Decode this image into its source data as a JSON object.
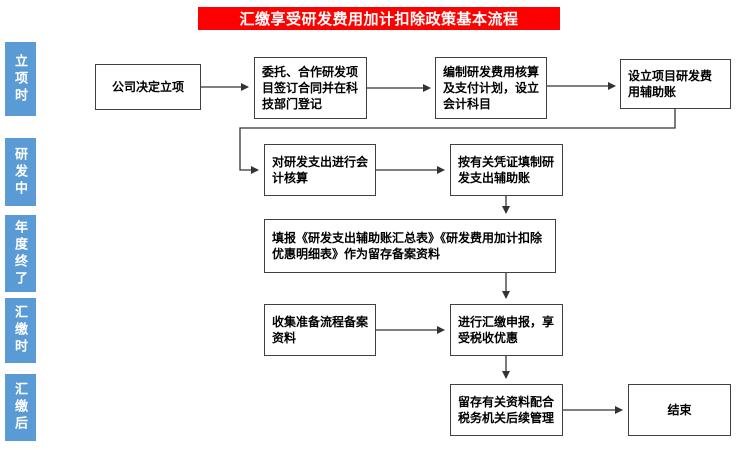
{
  "title": "汇缴享受研发费用加计扣除政策基本流程",
  "sidebar": {
    "items": [
      {
        "label": "立项时"
      },
      {
        "label": "研发中"
      },
      {
        "label": "年度终了"
      },
      {
        "label": "汇缴时"
      },
      {
        "label": "汇缴后"
      }
    ]
  },
  "flow": {
    "nodes": [
      {
        "id": "company-decision",
        "label": "公司决定立项"
      },
      {
        "id": "contract-registration",
        "label": "委托、合作研发项目签订合同并在科技部门登记"
      },
      {
        "id": "expense-plan",
        "label": "编制研发费用核算及支付计划，设立会计科目"
      },
      {
        "id": "auxiliary-ledger-setup",
        "label": "设立项目研发费用辅助账"
      },
      {
        "id": "rd-accounting",
        "label": "对研发支出进行会计核算"
      },
      {
        "id": "fill-auxiliary-ledger",
        "label": "按有关凭证填制研发支出辅助账"
      },
      {
        "id": "report-forms",
        "label": "填报《研发支出辅助账汇总表》《研发费用加计扣除优惠明细表》作为留存备案资料"
      },
      {
        "id": "collect-materials",
        "label": "收集准备流程备案资料"
      },
      {
        "id": "settlement-declaration",
        "label": "进行汇缴申报，享受税收优惠"
      },
      {
        "id": "retain-materials",
        "label": "留存有关资料配合税务机关后续管理"
      },
      {
        "id": "end",
        "label": "结束"
      }
    ]
  },
  "colors": {
    "title_bg": "#ff0000",
    "title_text": "#ffffff",
    "stage_bg": "#5b9bd5",
    "stage_text": "#ffffff",
    "node_bg": "#ffffff",
    "node_border": "#404040",
    "connector": "#333333"
  }
}
